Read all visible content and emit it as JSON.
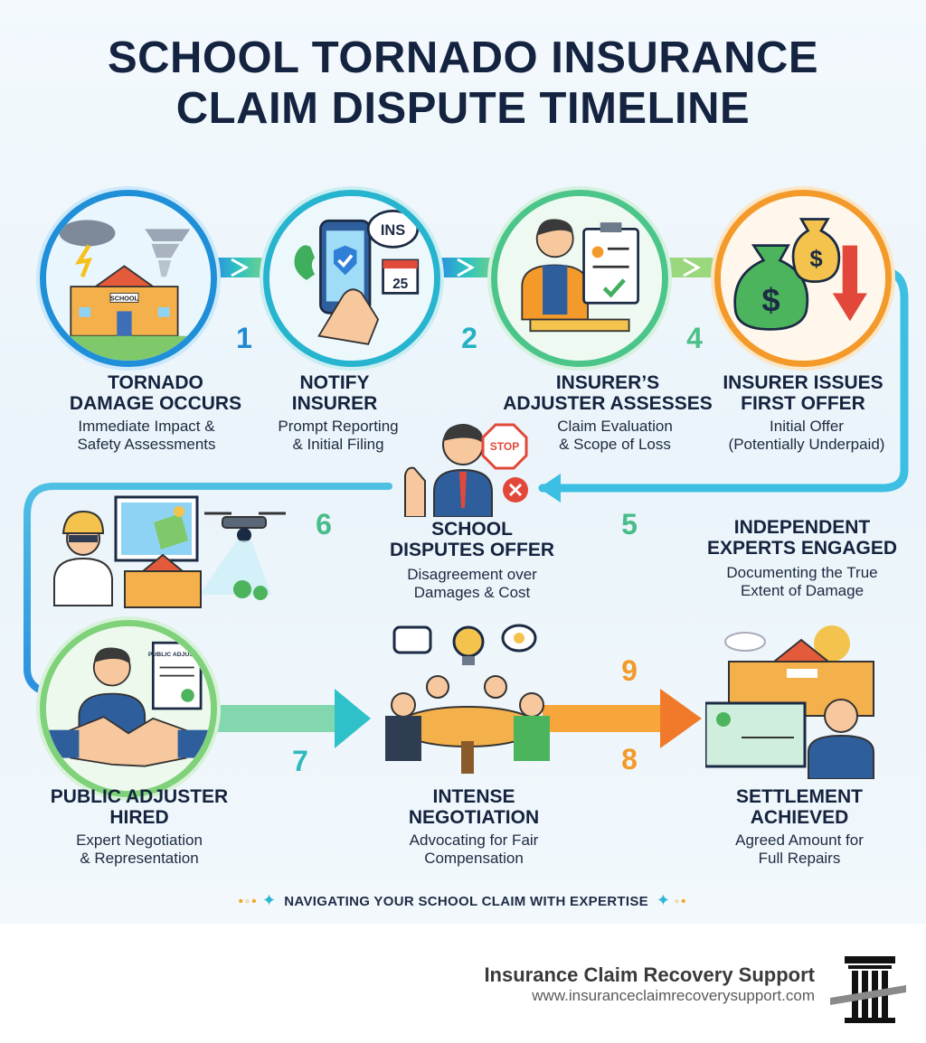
{
  "title": {
    "line1": "SCHOOL TORNADO INSURANCE",
    "line2": "CLAIM DISPUTE TIMELINE"
  },
  "steps": [
    {
      "number": "1",
      "title_lines": [
        "TORNADO",
        "DAMAGE OCCURS"
      ],
      "sub_lines": [
        "Immediate Impact &",
        "Safety Assessments"
      ]
    },
    {
      "number": "2",
      "title_lines": [
        "NOTIFY",
        "INSURER"
      ],
      "sub_lines": [
        "Prompt Reporting",
        "& Initial Filing"
      ]
    },
    {
      "number": "4",
      "title_lines": [
        "INSURER’S",
        "ADJUSTER ASSESSES"
      ],
      "sub_lines": [
        "Claim Evaluation",
        "& Scope of Loss"
      ]
    },
    {
      "number": "",
      "title_lines": [
        "INSURER ISSUES",
        "FIRST OFFER"
      ],
      "sub_lines": [
        "Initial Offer",
        "(Potentially Underpaid)"
      ]
    },
    {
      "number": "5",
      "title_lines": [
        "INDEPENDENT",
        "EXPERTS ENGAGED"
      ],
      "sub_lines": [
        "Documenting the True",
        "Extent of Damage"
      ]
    },
    {
      "number": "6",
      "title_lines": [
        "SCHOOL",
        "DISPUTES OFFER"
      ],
      "sub_lines": [
        "Disagreement over",
        "Damages & Cost"
      ]
    },
    {
      "number": "7",
      "title_lines": [
        "PUBLIC ADJUSTER",
        "HIRED"
      ],
      "sub_lines": [
        "Expert Negotiation",
        "& Representation"
      ]
    },
    {
      "number": "9",
      "title_lines": [
        "INTENSE",
        "NEGOTIATION"
      ],
      "sub_lines": [
        "Advocating for Fair",
        "Compensation"
      ]
    },
    {
      "number": "8",
      "title_lines": [
        "SETTLEMENT",
        "ACHIEVED"
      ],
      "sub_lines": [
        "Agreed Amount for",
        "Full Repairs"
      ]
    }
  ],
  "icon_labels": {
    "school_sign": "SCHOOL",
    "ins_bubble": "INS",
    "calendar_day": "25",
    "stop_sign": "STOP",
    "dollar": "$",
    "public_adjuster_doc": "PUBLIC ADJUSTER"
  },
  "icons": [
    "tornado-icon",
    "school-icon",
    "phone-icon",
    "calendar-icon",
    "clipboard-icon",
    "money-bag-icon",
    "down-arrow-icon",
    "stop-icon",
    "drone-icon",
    "handshake-icon",
    "lightbulb-icon",
    "check-icon"
  ],
  "colors": {
    "title": "#14233f",
    "blue": "#1f8fd8",
    "teal": "#2cc0c9",
    "green": "#4cc58a",
    "orange": "#f39a2b",
    "red": "#e2483a"
  },
  "tagline": "NAVIGATING YOUR SCHOOL CLAIM WITH EXPERTISE",
  "brand": {
    "name": "Insurance Claim Recovery Support",
    "url": "www.insuranceclaimrecoverysupport.com"
  }
}
